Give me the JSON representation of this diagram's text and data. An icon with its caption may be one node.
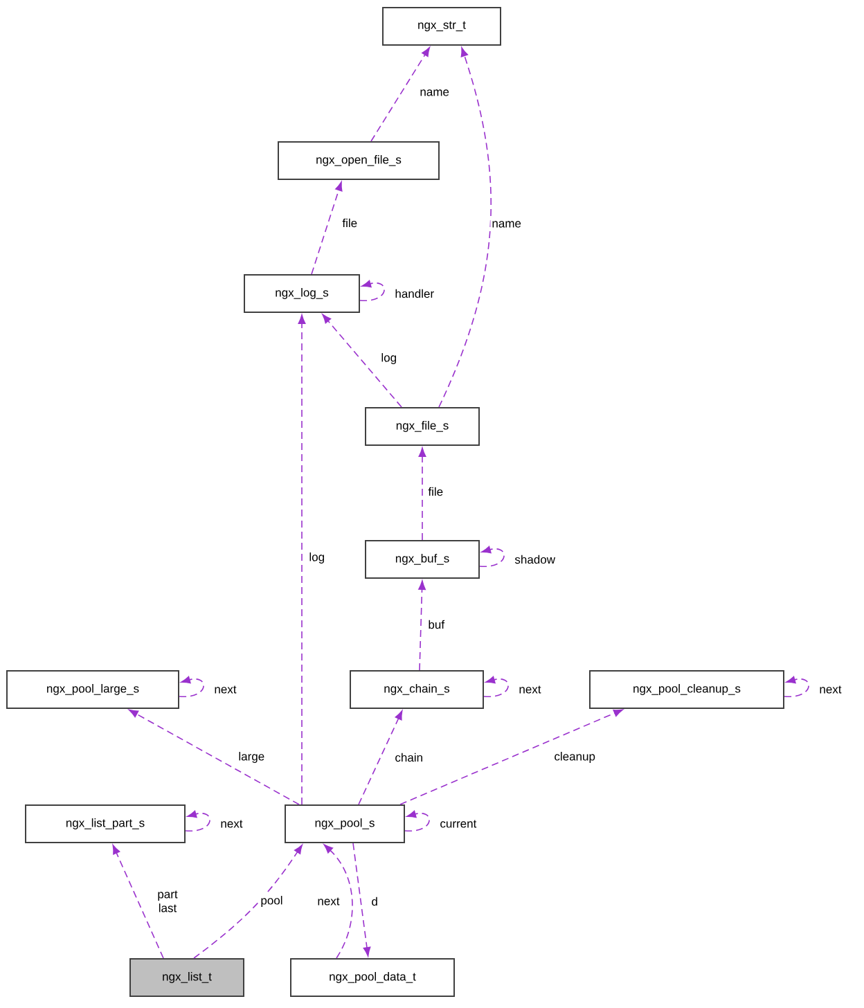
{
  "diagram": {
    "nodes": [
      {
        "text": [
          "ngx_str_t"
        ]
      },
      {
        "text": [
          "ngx_open_file_s"
        ]
      },
      {
        "text": [
          "ngx_log_s"
        ]
      },
      {
        "text": [
          "ngx_file_s"
        ]
      },
      {
        "text": [
          "ngx_buf_s"
        ]
      },
      {
        "text": [
          "ngx_pool_large_s"
        ]
      },
      {
        "text": [
          "ngx_chain_s"
        ]
      },
      {
        "text": [
          "ngx_pool_cleanup_s"
        ]
      },
      {
        "text": [
          "ngx_list_part_s"
        ]
      },
      {
        "text": [
          "ngx_pool_s"
        ]
      },
      {
        "text": [
          "ngx_list_t"
        ]
      },
      {
        "text": [
          "ngx_pool_data_t"
        ]
      }
    ],
    "edges": [
      {
        "from": 1,
        "to": 0,
        "arrow": "to",
        "label": "name",
        "style": "dashed"
      },
      {
        "from": 3,
        "to": 0,
        "arrow": "to",
        "label": "name",
        "style": "dashed"
      },
      {
        "from": 2,
        "to": 1,
        "arrow": "to",
        "label": "file",
        "style": "dashed"
      },
      {
        "from": 2,
        "to": 2,
        "arrow": "to",
        "label": "handler",
        "style": "dashed"
      },
      {
        "from": 3,
        "to": 2,
        "arrow": "to",
        "label": "log",
        "style": "dashed"
      },
      {
        "from": 4,
        "to": 3,
        "arrow": "to",
        "label": "file",
        "style": "dashed"
      },
      {
        "from": 4,
        "to": 4,
        "arrow": "to",
        "label": "shadow",
        "style": "dashed"
      },
      {
        "from": 6,
        "to": 4,
        "arrow": "to",
        "label": "buf",
        "style": "dashed"
      },
      {
        "from": 6,
        "to": 6,
        "arrow": "to",
        "label": "next",
        "style": "dashed"
      },
      {
        "from": 5,
        "to": 5,
        "arrow": "to",
        "label": "next",
        "style": "dashed"
      },
      {
        "from": 7,
        "to": 7,
        "arrow": "to",
        "label": "next",
        "style": "dashed"
      },
      {
        "from": 9,
        "to": 2,
        "arrow": "to",
        "label": "log",
        "style": "dashed"
      },
      {
        "from": 9,
        "to": 5,
        "arrow": "to",
        "label": "large",
        "style": "dashed"
      },
      {
        "from": 9,
        "to": 6,
        "arrow": "to",
        "label": "chain",
        "style": "dashed"
      },
      {
        "from": 9,
        "to": 7,
        "arrow": "to",
        "label": "cleanup",
        "style": "dashed"
      },
      {
        "from": 8,
        "to": 8,
        "arrow": "to",
        "label": "next",
        "style": "dashed"
      },
      {
        "from": 9,
        "to": 9,
        "arrow": "to",
        "label": "current",
        "style": "dashed"
      },
      {
        "from": 10,
        "to": 8,
        "arrow": "to",
        "label": "part last",
        "style": "dashed"
      },
      {
        "from": 10,
        "to": 9,
        "arrow": "to",
        "label": "pool",
        "style": "dashed"
      },
      {
        "from": 11,
        "to": 9,
        "arrow": "to",
        "label": "next",
        "style": "dashed"
      },
      {
        "from": 9,
        "to": 11,
        "arrow": "to",
        "label": "d",
        "style": "dashed"
      }
    ]
  }
}
